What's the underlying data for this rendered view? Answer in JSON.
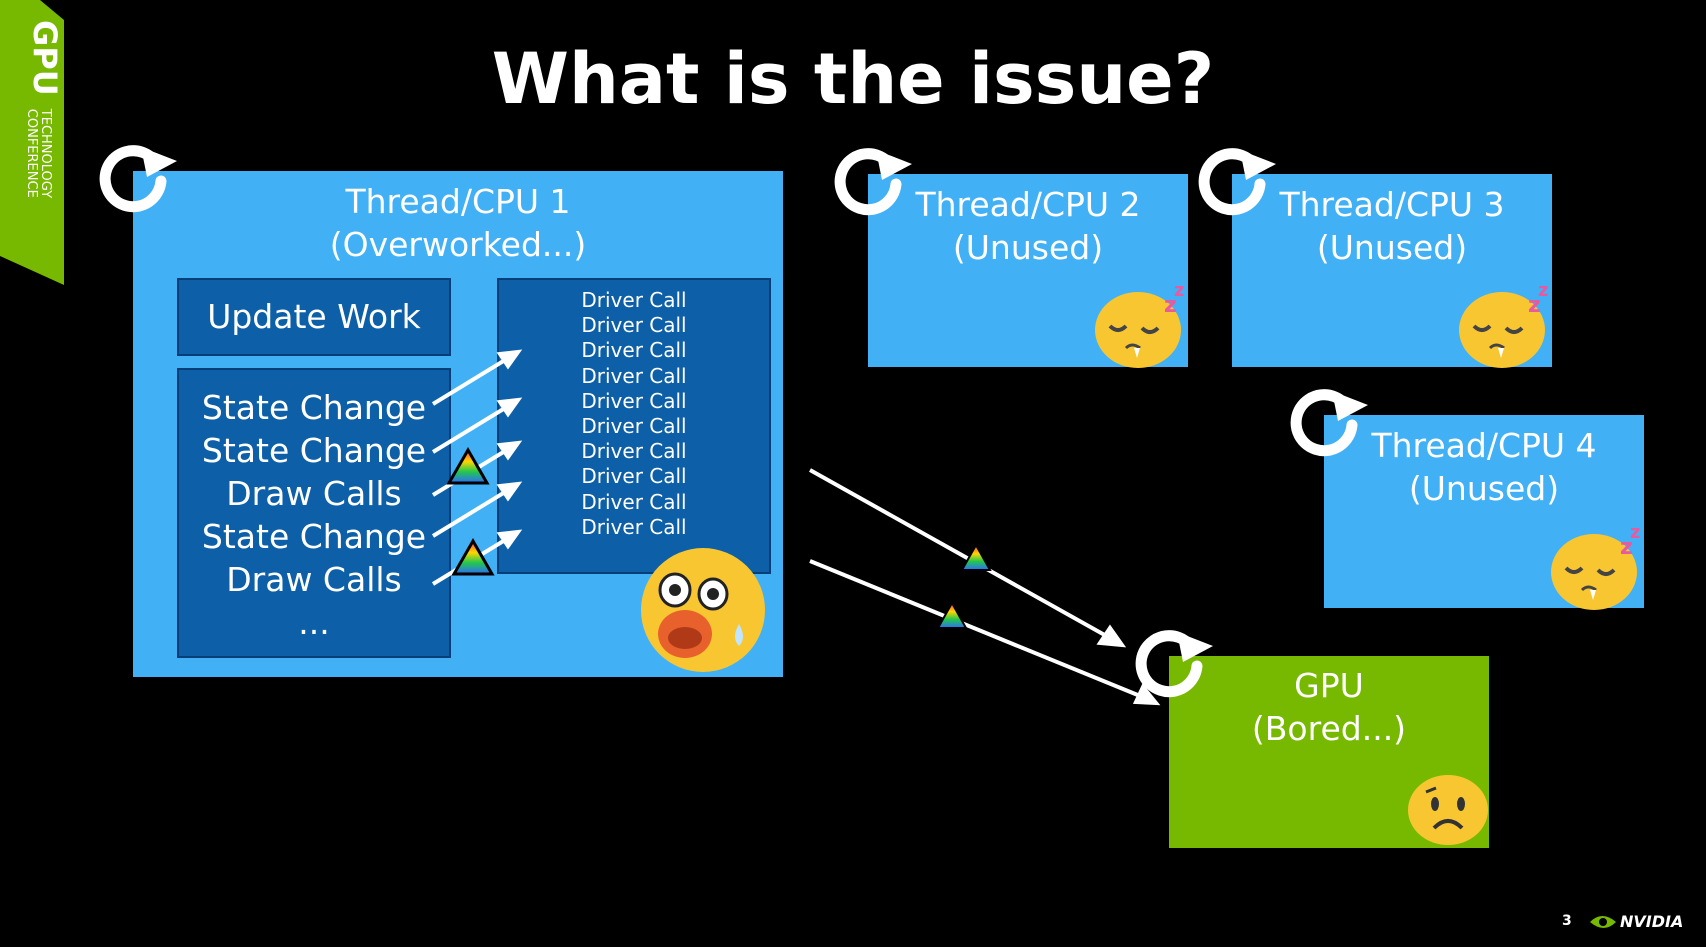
{
  "slide": {
    "title": "What is the issue?",
    "page_number": "3",
    "logo_text": "NVIDIA",
    "banner": {
      "main": "GPU",
      "sub1": "TECHNOLOGY",
      "sub2": "CONFERENCE"
    }
  },
  "cpu1": {
    "title": "Thread/CPU 1",
    "subtitle": "(Overworked...)",
    "update_work": "Update Work",
    "commands": [
      "State Change",
      "State Change",
      "Draw Calls",
      "State Change",
      "Draw Calls",
      "..."
    ],
    "driver_calls": [
      "Driver Call",
      "Driver Call",
      "Driver Call",
      "Driver Call",
      "Driver Call",
      "Driver Call",
      "Driver Call",
      "Driver Call",
      "Driver Call",
      "Driver Call"
    ]
  },
  "cpu2": {
    "title": "Thread/CPU 2",
    "subtitle": "(Unused)"
  },
  "cpu3": {
    "title": "Thread/CPU 3",
    "subtitle": "(Unused)"
  },
  "cpu4": {
    "title": "Thread/CPU 4",
    "subtitle": "(Unused)"
  },
  "gpu": {
    "title": "GPU",
    "subtitle": "(Bored...)"
  },
  "colors": {
    "blue": "#42b0f5",
    "dark_blue": "#0d5fa8",
    "green": "#76b900",
    "background": "#000000"
  },
  "icons": [
    "loop-arrow-icon",
    "sleepy-face-icon",
    "fearful-face-icon",
    "sad-face-icon",
    "rainbow-triangle-icon",
    "white-arrow-icon"
  ]
}
